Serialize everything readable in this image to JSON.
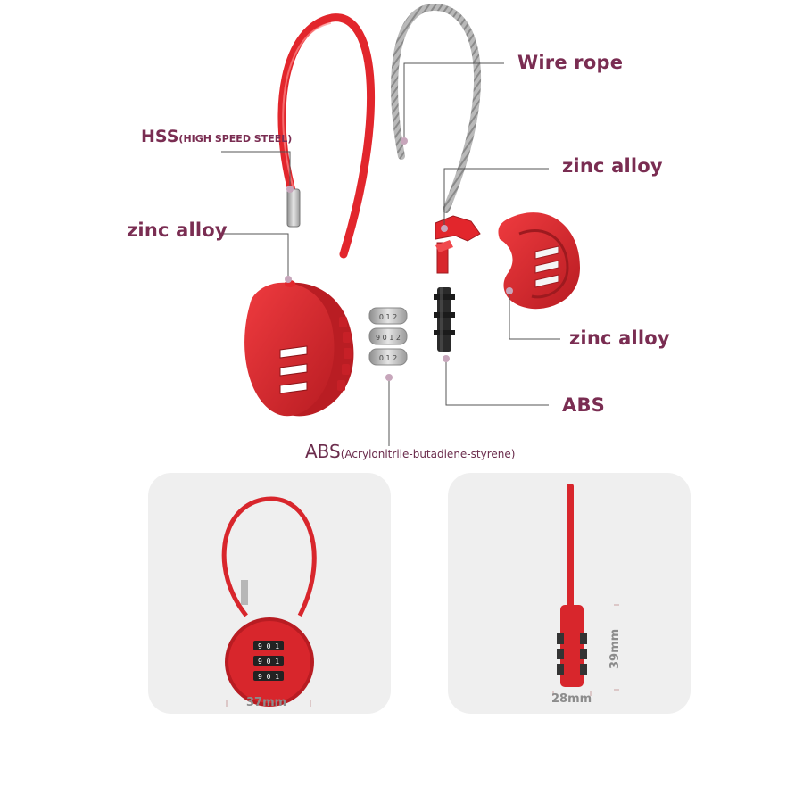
{
  "labels": {
    "wire_rope": "Wire rope",
    "hss_main": "HSS",
    "hss_sub": "(HIGH SPEED STEEL)",
    "zinc_alloy_left": "zinc alloy",
    "zinc_alloy_top_right": "zinc alloy",
    "zinc_alloy_mid_right": "zinc alloy",
    "abs_right": "ABS",
    "abs_main": "ABS",
    "abs_sub": "(Acrylonitrile-butadiene-styrene)"
  },
  "dimensions": {
    "width": "37mm",
    "depth": "28mm",
    "height": "39mm"
  },
  "dial_digits": {
    "rows": [
      "9 0 1",
      "9 0 1",
      "9 0 1"
    ],
    "wheel": [
      "0 1 2",
      "9 0 1 2",
      "0 1 2"
    ]
  },
  "colors": {
    "lock_red": "#d8262c",
    "lock_red_dark": "#a81a1f",
    "label": "#7a2d52",
    "leader": "#555555",
    "panel": "#efefef",
    "marker": "#c7a6bb"
  }
}
